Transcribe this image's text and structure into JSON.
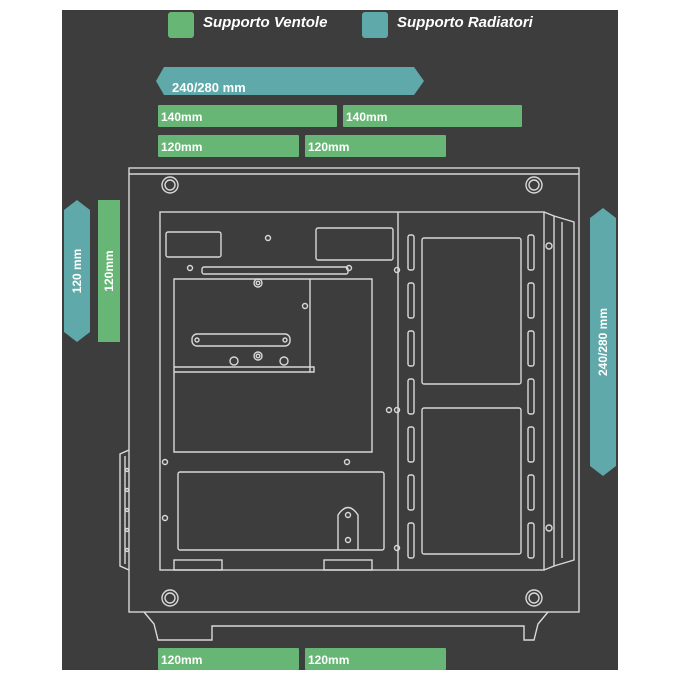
{
  "legend": {
    "fan": {
      "label": "Supporto Ventole",
      "color": "#67b675"
    },
    "radiator": {
      "label": "Supporto Radiatori",
      "color": "#5fa9aa"
    }
  },
  "top": {
    "radiator_label": "240/280 mm",
    "fan140_a": "140mm",
    "fan140_b": "140mm",
    "fan120_a": "120mm",
    "fan120_b": "120mm"
  },
  "rear": {
    "radiator_label": "120 mm",
    "fan_label": "120mm"
  },
  "front": {
    "radiator_label": "240/280 mm"
  },
  "bottom": {
    "fan120_a": "120mm",
    "fan120_b": "120mm"
  }
}
